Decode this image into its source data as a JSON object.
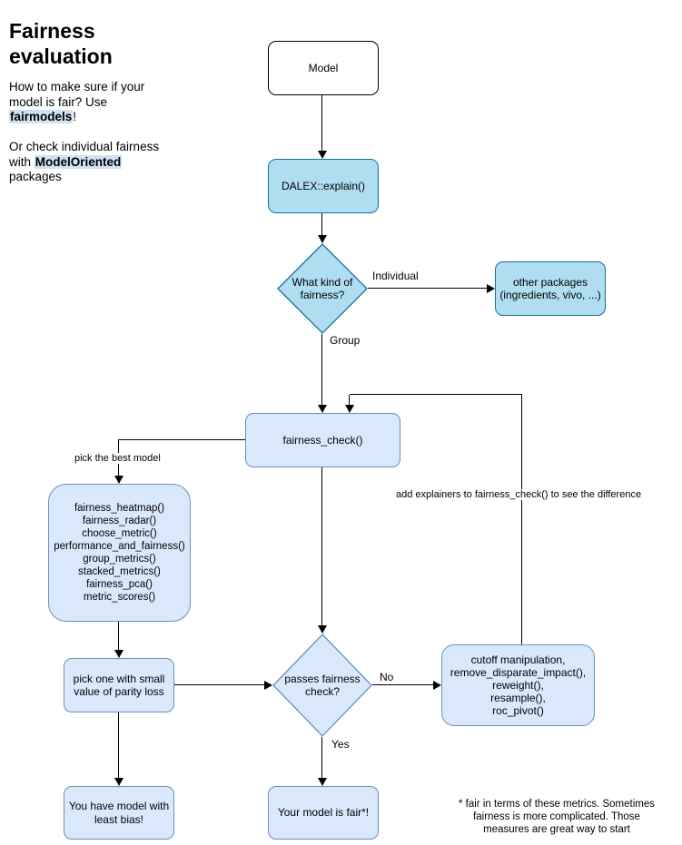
{
  "sidebar": {
    "title": "Fairness\nevaluation",
    "para1_prefix": "How to make sure if your\nmodel is fair? Use\n",
    "para1_highlight": "fairmodels",
    "para1_suffix": "!",
    "para2_prefix": "Or check individual fairness\nwith ",
    "para2_highlight": "ModelOriented",
    "para2_suffix": "\npackages"
  },
  "nodes": {
    "model": {
      "label": "Model"
    },
    "dalex": {
      "label": "DALEX::explain()"
    },
    "fairness_kind": {
      "label": "What kind of\nfairness?"
    },
    "other_packages": {
      "label": "other packages\n(ingredients, vivo, ...)"
    },
    "fairness_check": {
      "label": "fairness_check()"
    },
    "functions": {
      "label": "fairness_heatmap()\nfairness_radar()\nchoose_metric()\nperformance_and_fairness()\ngroup_metrics()\nstacked_metrics()\nfairness_pca()\nmetric_scores()"
    },
    "pick_one": {
      "label": "pick one with small\nvalue of parity loss"
    },
    "passes_check": {
      "label": "passes fairness\ncheck?"
    },
    "mitigation": {
      "label": "cutoff manipulation,\nremove_disparate_impact(),\nreweight(),\nresample(),\nroc_pivot()"
    },
    "least_bias": {
      "label": "You have model with\nleast bias!"
    },
    "model_fair": {
      "label": "Your model is fair*!"
    }
  },
  "edge_labels": {
    "individual": "Individual",
    "group": "Group",
    "pick_best": "pick the best model",
    "add_explainers": "add explainers to fairness_check() to see the difference",
    "no": "No",
    "yes": "Yes"
  },
  "footnote": "* fair in terms of these metrics. Sometimes\nfairness is more complicated. Those\nmeasures are great way to start",
  "colors": {
    "node_blue_fill": "#b1ddf0",
    "node_blue_stroke": "#10739e",
    "node_pale_fill": "#dae8fc",
    "node_pale_stroke": "#6c8ebf",
    "highlight_bg": "#cfe2f3",
    "connector": "#000000",
    "background": "#ffffff"
  }
}
